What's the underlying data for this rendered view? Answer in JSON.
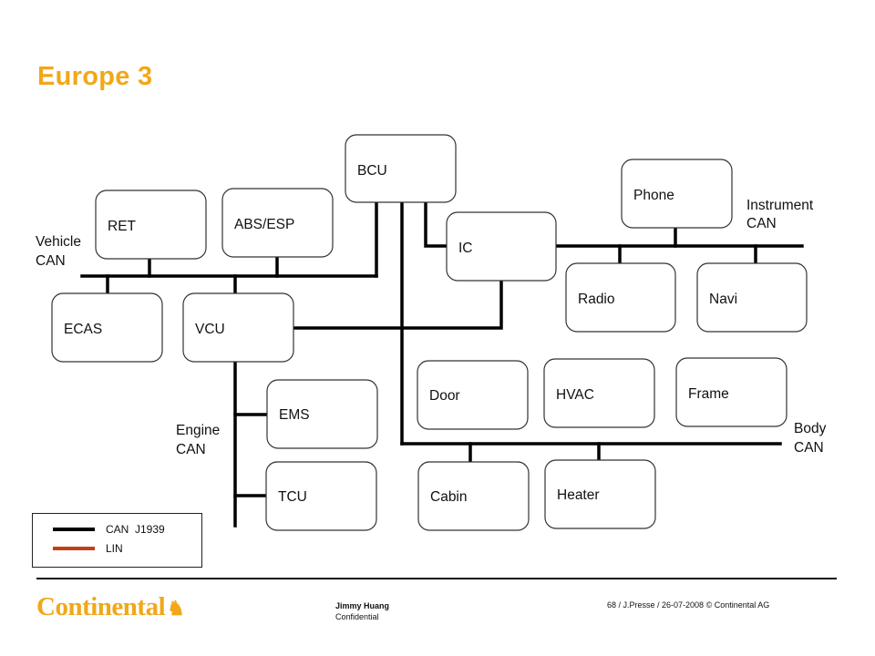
{
  "title": "Europe 3",
  "colors": {
    "title": "#f0a818",
    "can_line": "#000000",
    "lin_line": "#c0401a",
    "box_border": "#333333"
  },
  "nodes": {
    "bcu": "BCU",
    "phone": "Phone",
    "ret": "RET",
    "abs_esp": "ABS/ESP",
    "ic": "IC",
    "radio": "Radio",
    "navi": "Navi",
    "ecas": "ECAS",
    "vcu": "VCU",
    "door": "Door",
    "hvac": "HVAC",
    "frame": "Frame",
    "ems": "EMS",
    "tcu": "TCU",
    "cabin": "Cabin",
    "heater": "Heater"
  },
  "buses": {
    "vehicle": [
      "Vehicle",
      "CAN"
    ],
    "instrument": [
      "Instrument",
      "CAN"
    ],
    "engine": [
      "Engine",
      "CAN"
    ],
    "body": [
      "Body",
      "CAN"
    ]
  },
  "legend": {
    "items": [
      {
        "label": "CAN  J1939",
        "type": "can"
      },
      {
        "label": "LIN",
        "type": "lin"
      }
    ]
  },
  "footer": {
    "brand": "Continental",
    "author_name": "Jimmy Huang",
    "classification": "Confidential",
    "slide_info": "68 / J.Presse / 26-07-2008 © Continental AG"
  }
}
